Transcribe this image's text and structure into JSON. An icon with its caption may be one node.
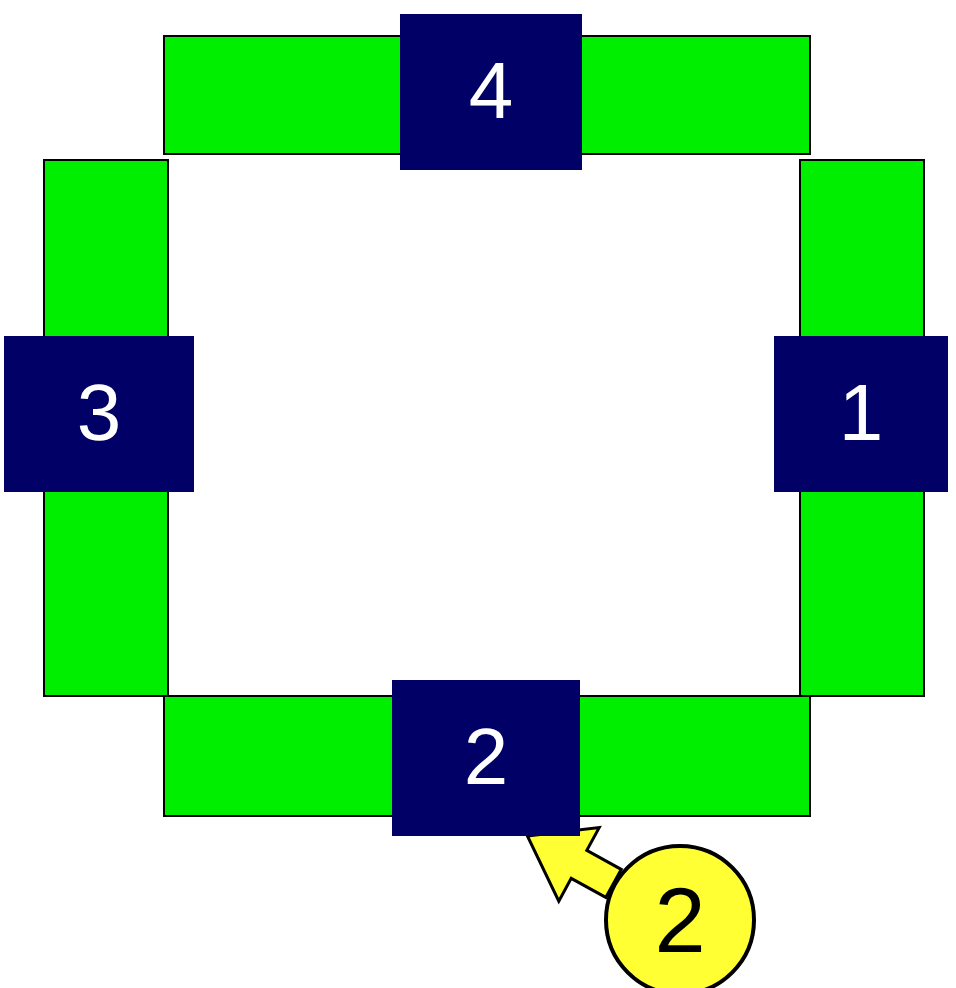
{
  "diagram": {
    "nodes": [
      {
        "text": [
          "4"
        ]
      },
      {
        "text": [
          "3"
        ]
      },
      {
        "text": [
          "1"
        ]
      },
      {
        "text": [
          "2"
        ]
      },
      {
        "text": [
          "2"
        ]
      }
    ],
    "edges": [
      {
        "from": 4,
        "to": 3,
        "arrow": "to"
      }
    ]
  }
}
